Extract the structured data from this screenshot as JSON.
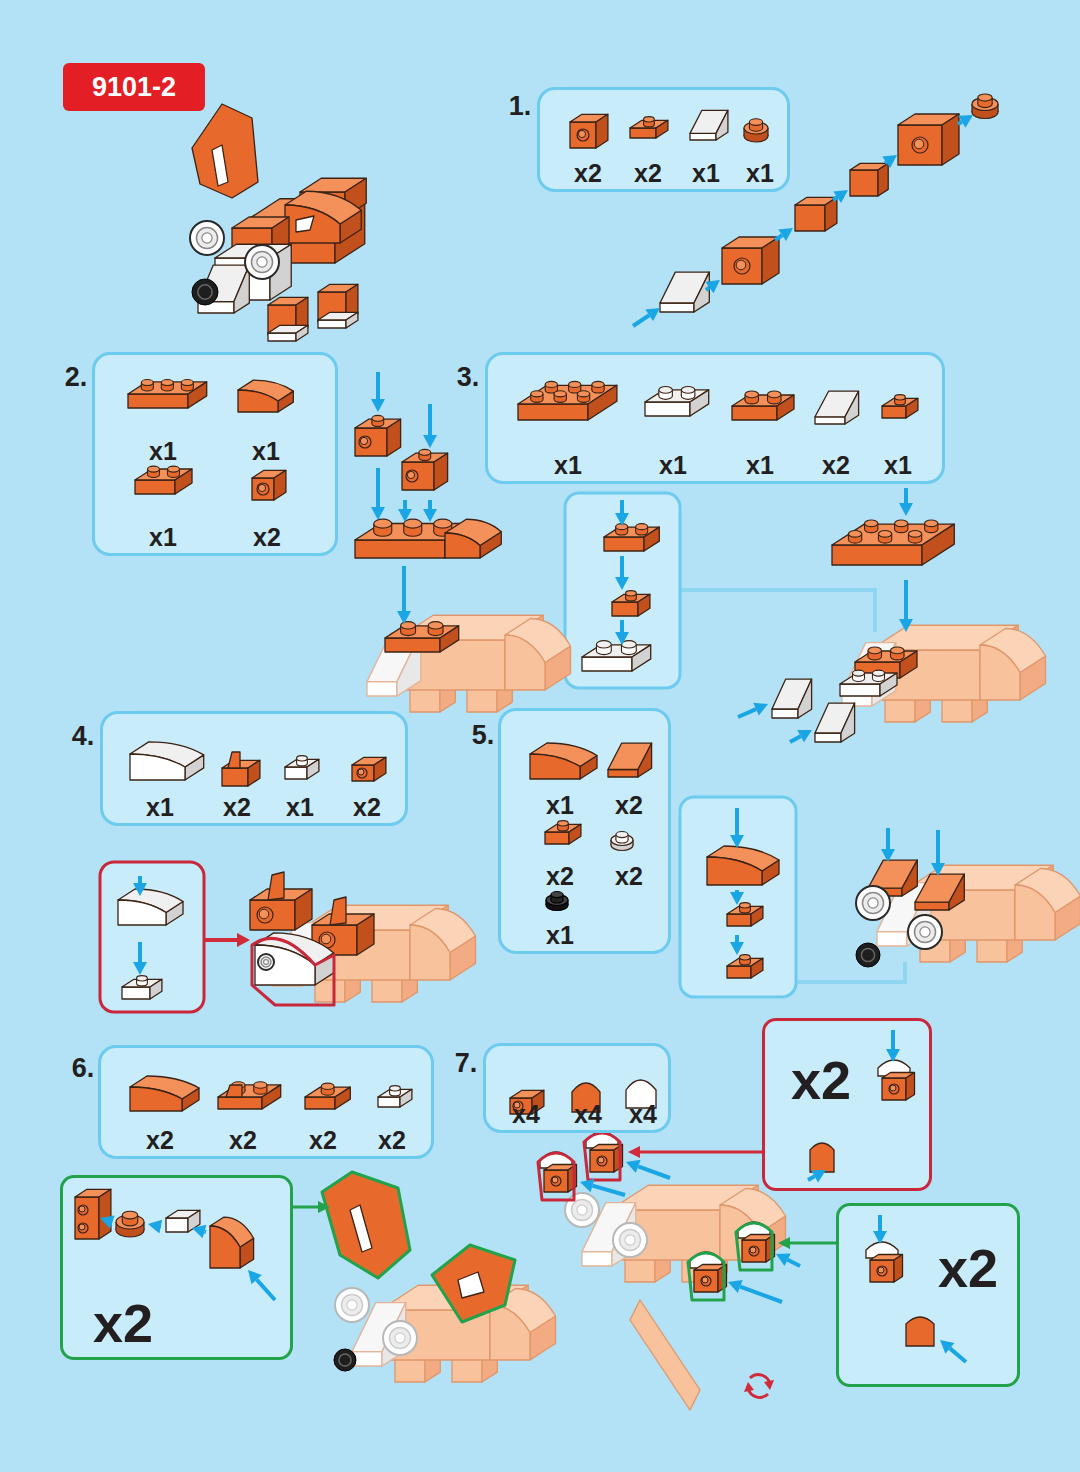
{
  "diagram": {
    "title": "9101-2",
    "nodes": [
      {
        "text": [
          "1.",
          "x2",
          "x2",
          "x1",
          "x1"
        ]
      },
      {
        "text": [
          "2.",
          "x1",
          "x1",
          "x1",
          "x2"
        ]
      },
      {
        "text": [
          "3.",
          "x1",
          "x1",
          "x1",
          "x2",
          "x1"
        ]
      },
      {
        "text": [
          "4.",
          "x1",
          "x2",
          "x1",
          "x2"
        ]
      },
      {
        "text": [
          "5.",
          "x1",
          "x2",
          "x2",
          "x2",
          "x1"
        ]
      },
      {
        "text": [
          "6.",
          "x2",
          "x2",
          "x2",
          "x2"
        ]
      },
      {
        "text": [
          "x2"
        ]
      },
      {
        "text": [
          "7.",
          "x4",
          "x4",
          "x4"
        ]
      },
      {
        "text": [
          "x2"
        ]
      },
      {
        "text": [
          "x2"
        ]
      }
    ]
  }
}
